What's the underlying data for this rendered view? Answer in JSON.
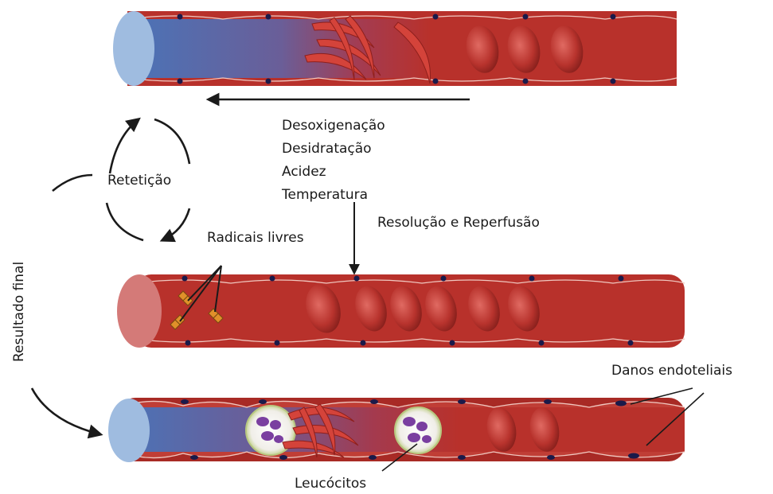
{
  "labels": {
    "conditions": [
      "Desoxigenação",
      "Desidratação",
      "Acidez",
      "Temperatura"
    ],
    "retention": "Retetição",
    "resolution": "Resolução e Reperfusão",
    "free_radicals": "Radicais livres",
    "final_result": "Resultado final",
    "endothelial_damage": "Danos endoteliais",
    "leukocytes": "Leucócitos"
  },
  "colors": {
    "vessel_wall": "#b8312b",
    "vessel_dark": "#8e1f1c",
    "lumen_blue": "#9fbce0",
    "sickle_cell": "#d4433a",
    "nucleus": "#1a1a4a",
    "leukocyte_nucleus": "#7a3fa0",
    "radical": "#e0902a",
    "arrow": "#1a1a1a"
  }
}
